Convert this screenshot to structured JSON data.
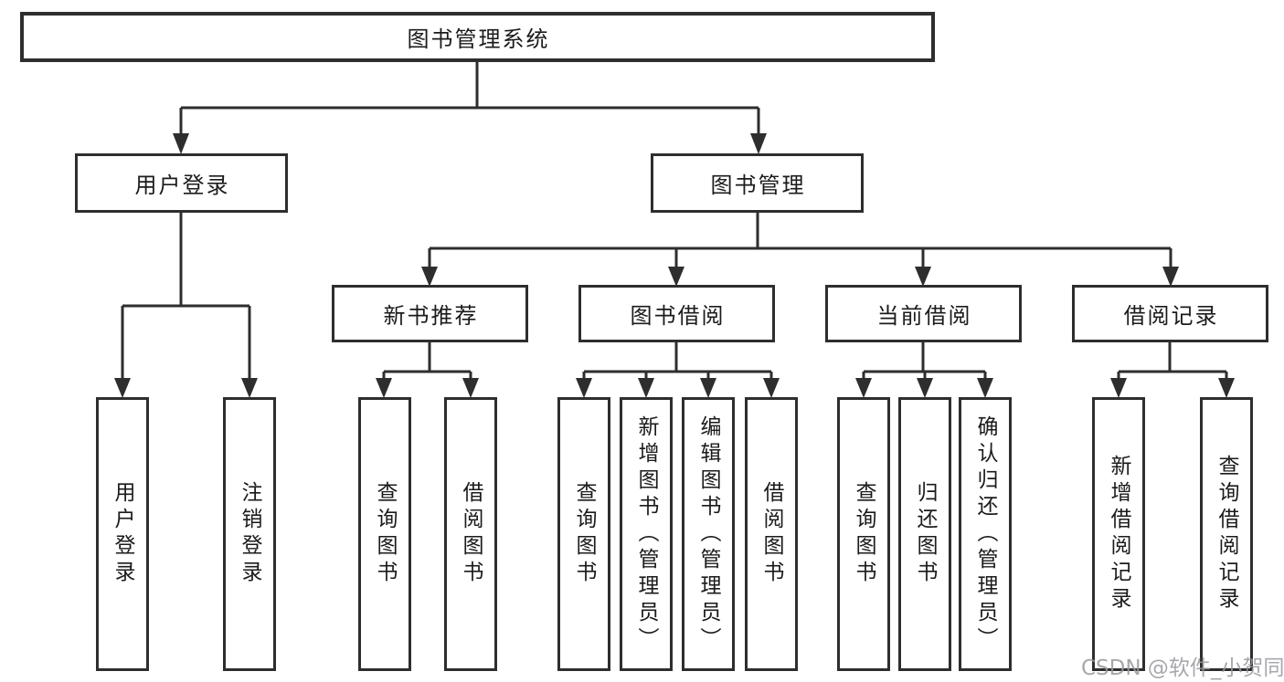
{
  "tree": {
    "label": "图书管理系统",
    "children": [
      {
        "label": "用户登录",
        "children": [
          {
            "label": "用户登录"
          },
          {
            "label": "注销登录"
          }
        ]
      },
      {
        "label": "图书管理",
        "children": [
          {
            "label": "新书推荐",
            "children": [
              {
                "label": "查询图书"
              },
              {
                "label": "借阅图书"
              }
            ]
          },
          {
            "label": "图书借阅",
            "children": [
              {
                "label": "查询图书"
              },
              {
                "label": "新增图书（管理员）"
              },
              {
                "label": "编辑图书（管理员）"
              },
              {
                "label": "借阅图书"
              }
            ]
          },
          {
            "label": "当前借阅",
            "children": [
              {
                "label": "查询图书"
              },
              {
                "label": "归还图书"
              },
              {
                "label": "确认归还（管理员）"
              }
            ]
          },
          {
            "label": "借阅记录",
            "children": [
              {
                "label": "新增借阅记录"
              },
              {
                "label": "查询借阅记录"
              }
            ]
          }
        ]
      }
    ]
  },
  "watermark": {
    "text": "CSDN @软件_小贺同学"
  },
  "colors": {
    "line": "#2e2e2e",
    "box_border": "#2e2e2e",
    "text": "#1b1b1b",
    "watermark": "#98989e",
    "background": "#ffffff"
  }
}
